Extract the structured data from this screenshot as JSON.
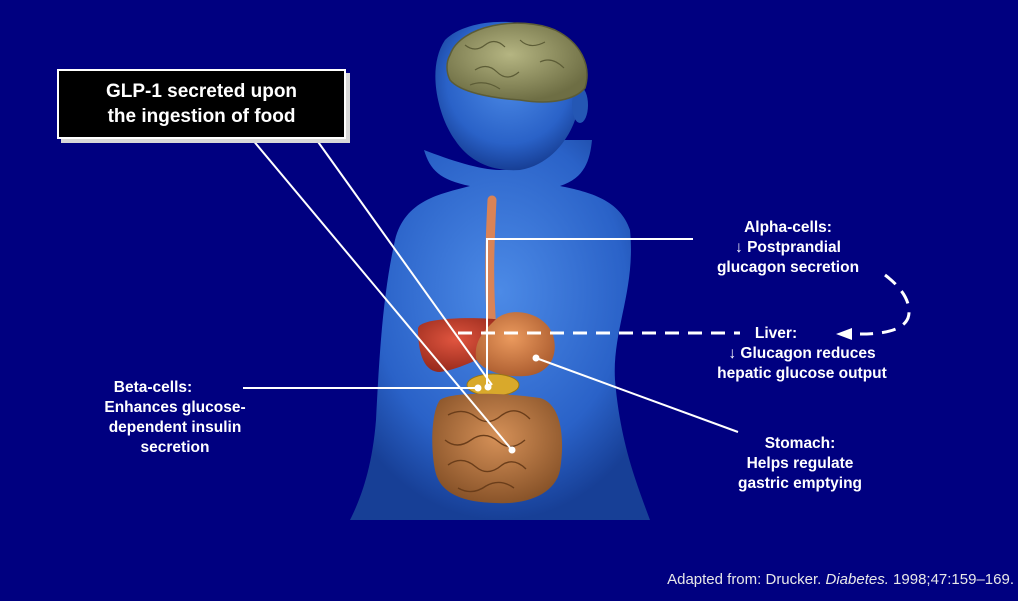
{
  "callout": {
    "line1": "GLP-1 secreted upon",
    "line2": "the ingestion of food"
  },
  "labels": {
    "alpha": {
      "title": "Alpha-cells:",
      "line1": "↓ Postprandial",
      "line2": "glucagon secretion"
    },
    "liver": {
      "title": "Liver:",
      "line1": "↓ Glucagon reduces",
      "line2": "hepatic glucose output"
    },
    "beta": {
      "title": "Beta-cells:",
      "line1": "Enhances glucose-",
      "line2": "dependent insulin",
      "line3": "secretion"
    },
    "stomach": {
      "title": "Stomach:",
      "line1": "Helps regulate",
      "line2": "gastric emptying"
    }
  },
  "citation": {
    "prefix": "Adapted from: Drucker. ",
    "journal": "Diabetes.",
    "suffix": " 1998;47:159–169."
  },
  "colors": {
    "background": "#000080",
    "body": "#2a62c8",
    "brain": "#8c8c5a",
    "liver": "#c0392b",
    "stomach": "#d2763c",
    "pancreas": "#d9a92b",
    "intestine": "#b8733a"
  }
}
